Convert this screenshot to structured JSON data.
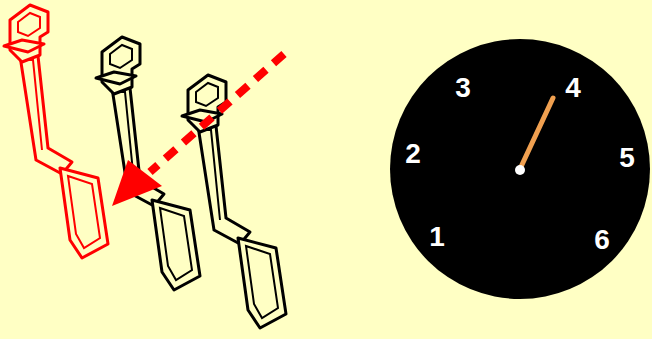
{
  "diagram": {
    "labels": [
      "3",
      "4",
      "2",
      "5",
      "1",
      "6"
    ]
  }
}
